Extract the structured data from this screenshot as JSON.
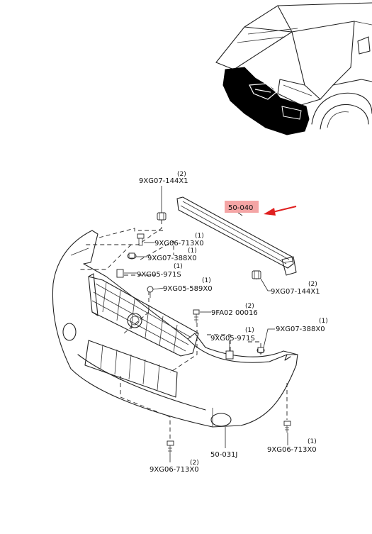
{
  "colors": {
    "highlight_box": "#f4a5a5",
    "arrow": "#e02020",
    "blackout": "#000000",
    "line": "#222222"
  },
  "parts": {
    "reinforcement": {
      "code": "50-040"
    },
    "bumper_cover": {
      "code": "50-031J"
    },
    "callouts": [
      {
        "id": "nut-upper-left",
        "code": "9XG07-144X1",
        "qty": "(2)"
      },
      {
        "id": "clip-upper-1",
        "code": "9XG06-713X0",
        "qty": "(1)"
      },
      {
        "id": "clip-upper-2",
        "code": "9XG07-388X0",
        "qty": "(1)"
      },
      {
        "id": "clip-upper-3",
        "code": "9XG05-971S",
        "qty": "(1)"
      },
      {
        "id": "clip-upper-4",
        "code": "9XG05-589X0",
        "qty": "(1)"
      },
      {
        "id": "nut-right",
        "code": "9XG07-144X1",
        "qty": "(2)"
      },
      {
        "id": "bolt-center",
        "code": "9FA02 00016",
        "qty": "(2)"
      },
      {
        "id": "clip-center",
        "code": "9XG05-971S",
        "qty": "(1)"
      },
      {
        "id": "clip-right",
        "code": "9XG07-388X0",
        "qty": "(1)"
      },
      {
        "id": "screw-right",
        "code": "9XG06-713X0",
        "qty": "(1)"
      },
      {
        "id": "screw-left",
        "code": "9XG06-713X0",
        "qty": "(2)"
      }
    ]
  }
}
